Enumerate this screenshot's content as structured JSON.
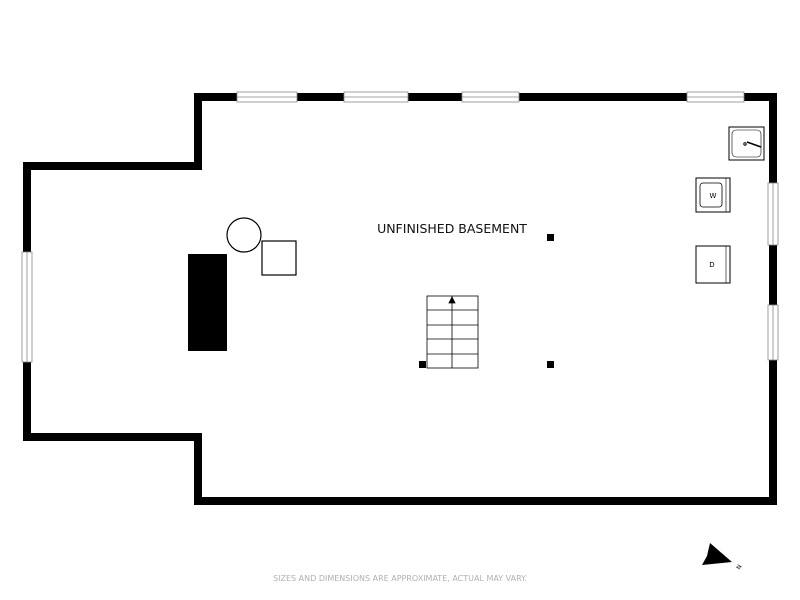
{
  "room": {
    "label": "UNFINISHED BASEMENT"
  },
  "appliances": {
    "washer": "W",
    "dryer": "D"
  },
  "compass": {
    "label": "N"
  },
  "footer": {
    "disclaimer": "SIZES AND DIMENSIONS ARE APPROXIMATE, ACTUAL MAY VARY."
  },
  "colors": {
    "wall": "#000000",
    "disclaimer": "#b0b0b0"
  }
}
